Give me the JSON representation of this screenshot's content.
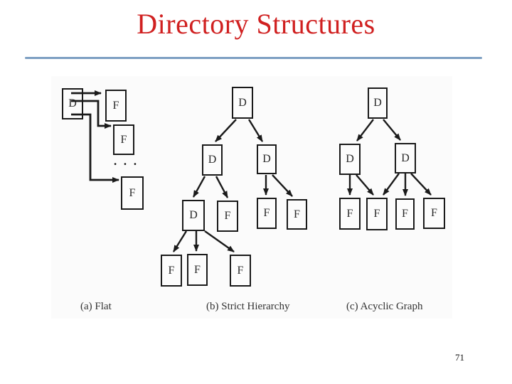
{
  "title": "Directory Structures",
  "page_number": "71",
  "colors": {
    "title_red": "#d02020",
    "divider_blue": "#7d9fc2",
    "ink": "#1a1a1a"
  },
  "figure": {
    "flat": {
      "caption": "(a) Flat",
      "ellipsis": "· · ·",
      "boxes": [
        {
          "label": "D"
        },
        {
          "label": "F"
        },
        {
          "label": "F"
        },
        {
          "label": "F"
        }
      ]
    },
    "strict_hierarchy": {
      "caption": "(b) Strict Hierarchy",
      "boxes": [
        {
          "label": "D"
        },
        {
          "label": "D"
        },
        {
          "label": "D"
        },
        {
          "label": "D"
        },
        {
          "label": "F"
        },
        {
          "label": "F"
        },
        {
          "label": "F"
        },
        {
          "label": "F"
        },
        {
          "label": "F"
        },
        {
          "label": "F"
        }
      ]
    },
    "acyclic_graph": {
      "caption": "(c) Acyclic Graph",
      "boxes": [
        {
          "label": "D"
        },
        {
          "label": "D"
        },
        {
          "label": "D"
        },
        {
          "label": "F"
        },
        {
          "label": "F"
        },
        {
          "label": "F"
        },
        {
          "label": "F"
        }
      ]
    }
  }
}
